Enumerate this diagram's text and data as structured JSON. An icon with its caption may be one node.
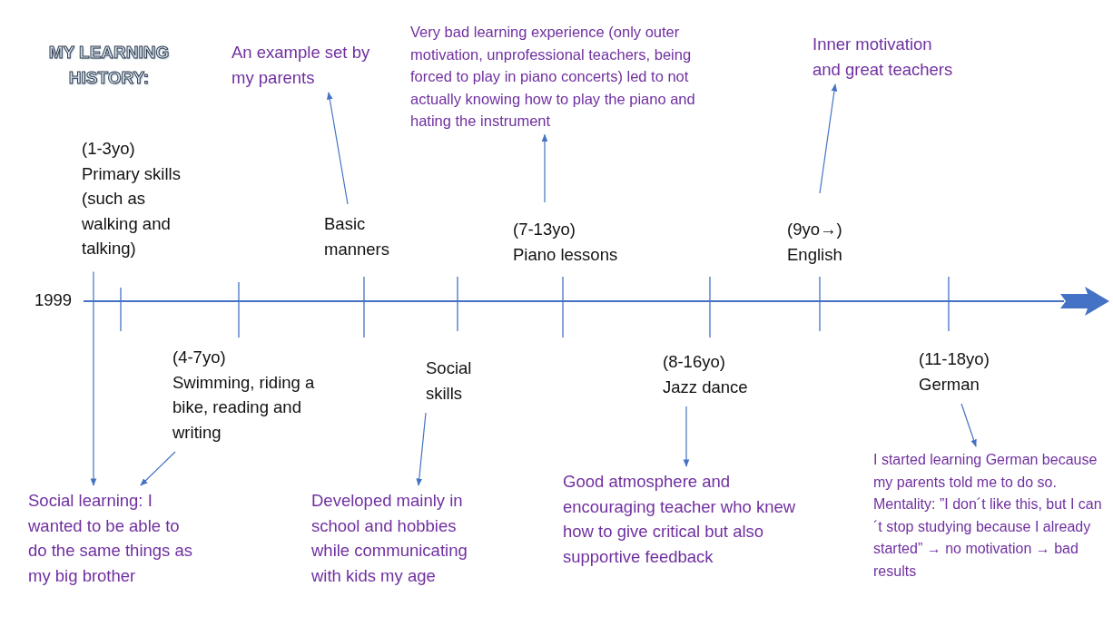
{
  "diagram": {
    "title": "MY LEARNING HISTORY:",
    "nodes": [
      {
        "text": [
          "An example set by my parents"
        ]
      },
      {
        "text": [
          "Very bad learning experience (only outer motivation, unprofessional teachers, being forced to play in piano concerts) led to not actually knowing how to play the piano and hating the instrument"
        ]
      },
      {
        "text": [
          "Inner motivation and great teachers"
        ]
      },
      {
        "text": [
          "(1-3yo)",
          "Primary skills (such as walking and talking)"
        ]
      },
      {
        "text": [
          "Basic manners"
        ]
      },
      {
        "text": [
          "(7-13yo)",
          "Piano lessons"
        ]
      },
      {
        "text": [
          "(9yo→)",
          "English"
        ]
      },
      {
        "text": [
          "(4-7yo)",
          "Swimming, riding a bike, reading and writing"
        ]
      },
      {
        "text": [
          "Social skills"
        ]
      },
      {
        "text": [
          "(8-16yo)",
          "Jazz dance"
        ]
      },
      {
        "text": [
          "(11-18yo)",
          "German"
        ]
      },
      {
        "text": [
          "Social learning: I wanted to be able to do the same things as my big brother"
        ]
      },
      {
        "text": [
          "Developed mainly in school and hobbies while communicating with kids my age"
        ]
      },
      {
        "text": [
          "Good atmosphere and encouraging teacher who knew how to give critical but also supportive feedback"
        ]
      },
      {
        "text": [
          "I started learning German because my parents told me to do so.",
          "Mentality: ”I don´t like this, but I can´t stop studying because I already started” → no motivation → bad results"
        ]
      }
    ],
    "edges": [
      {
        "from": 3,
        "to": 11,
        "arrow": "to"
      },
      {
        "from": 7,
        "to": 11,
        "arrow": "to"
      },
      {
        "from": 4,
        "to": 0,
        "arrow": "to"
      },
      {
        "from": 8,
        "to": 12,
        "arrow": "to"
      },
      {
        "from": 5,
        "to": 1,
        "arrow": "to"
      },
      {
        "from": 9,
        "to": 13,
        "arrow": "to"
      },
      {
        "from": 6,
        "to": 2,
        "arrow": "to"
      },
      {
        "from": 10,
        "to": 14,
        "arrow": "to"
      }
    ],
    "labels": [
      "1999"
    ]
  }
}
